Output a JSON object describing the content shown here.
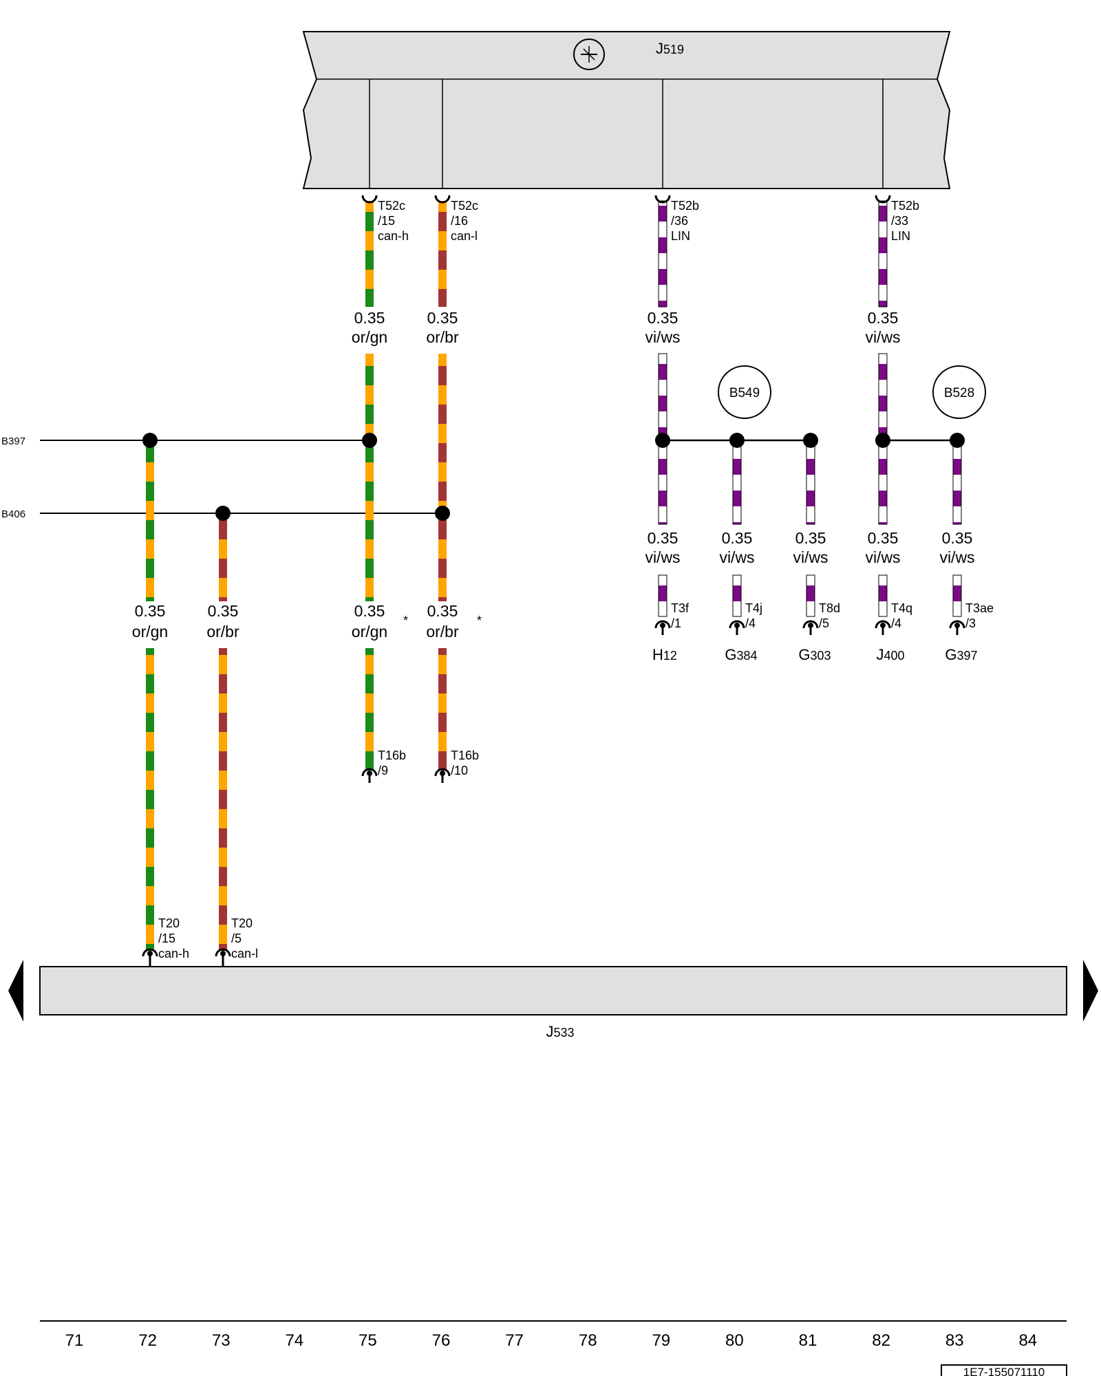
{
  "components": {
    "top_unit": {
      "name": "J",
      "sub": "519"
    },
    "bottom_unit": {
      "name": "J",
      "sub": "533"
    },
    "connectors_labeled": [
      {
        "id": "h12",
        "name": "H",
        "sub": "12"
      },
      {
        "id": "g384",
        "name": "G",
        "sub": "384"
      },
      {
        "id": "g303",
        "name": "G",
        "sub": "303"
      },
      {
        "id": "j400",
        "name": "J",
        "sub": "400"
      },
      {
        "id": "g397",
        "name": "G",
        "sub": "397"
      }
    ]
  },
  "buses": {
    "b397": "B397",
    "b406": "B406"
  },
  "circles": {
    "b549": "B549",
    "b528": "B528"
  },
  "top_pins": [
    {
      "id": "p75",
      "l1": "T52c",
      "l2": "/15",
      "l3": "can-h"
    },
    {
      "id": "p76",
      "l1": "T52c",
      "l2": "/16",
      "l3": "can-l"
    },
    {
      "id": "p79",
      "l1": "T52b",
      "l2": "/36",
      "l3": "LIN"
    },
    {
      "id": "p82",
      "l1": "T52b",
      "l2": "/33",
      "l3": "LIN"
    }
  ],
  "wire_labels": {
    "w75a": {
      "size": "0.35",
      "color": "or/gn"
    },
    "w76a": {
      "size": "0.35",
      "color": "or/br"
    },
    "w79a": {
      "size": "0.35",
      "color": "vi/ws"
    },
    "w82a": {
      "size": "0.35",
      "color": "vi/ws"
    },
    "w79b": {
      "size": "0.35",
      "color": "vi/ws"
    },
    "w80b": {
      "size": "0.35",
      "color": "vi/ws"
    },
    "w81b": {
      "size": "0.35",
      "color": "vi/ws"
    },
    "w82b": {
      "size": "0.35",
      "color": "vi/ws"
    },
    "w83b": {
      "size": "0.35",
      "color": "vi/ws"
    },
    "w72": {
      "size": "0.35",
      "color": "or/gn"
    },
    "w73": {
      "size": "0.35",
      "color": "or/br"
    },
    "w75b": {
      "size": "0.35",
      "color": "or/gn"
    },
    "w76b": {
      "size": "0.35",
      "color": "or/br"
    }
  },
  "asterisk": "*",
  "lower_connectors": [
    {
      "id": "t3f",
      "l1": "T3f",
      "l2": "/1"
    },
    {
      "id": "t4j",
      "l1": "T4j",
      "l2": "/4"
    },
    {
      "id": "t8d",
      "l1": "T8d",
      "l2": "/5"
    },
    {
      "id": "t4q",
      "l1": "T4q",
      "l2": "/4"
    },
    {
      "id": "t3ae",
      "l1": "T3ae",
      "l2": "/3"
    },
    {
      "id": "t16b9",
      "l1": "T16b",
      "l2": "/9"
    },
    {
      "id": "t16b10",
      "l1": "T16b",
      "l2": "/10"
    }
  ],
  "bottom_pins": [
    {
      "id": "t20_15",
      "l1": "T20",
      "l2": "/15",
      "l3": "can-h"
    },
    {
      "id": "t20_5",
      "l1": "T20",
      "l2": "/5",
      "l3": "can-l"
    }
  ],
  "columns": [
    "71",
    "72",
    "73",
    "74",
    "75",
    "76",
    "77",
    "78",
    "79",
    "80",
    "81",
    "82",
    "83",
    "84"
  ],
  "doc_id": "1E7-155071110",
  "colors": {
    "orange": "#ffa500",
    "green": "#1a8a1a",
    "brown": "#a33535",
    "violet": "#7b0a86",
    "white": "#ffffff",
    "box_fill": "#e0e0e0"
  }
}
